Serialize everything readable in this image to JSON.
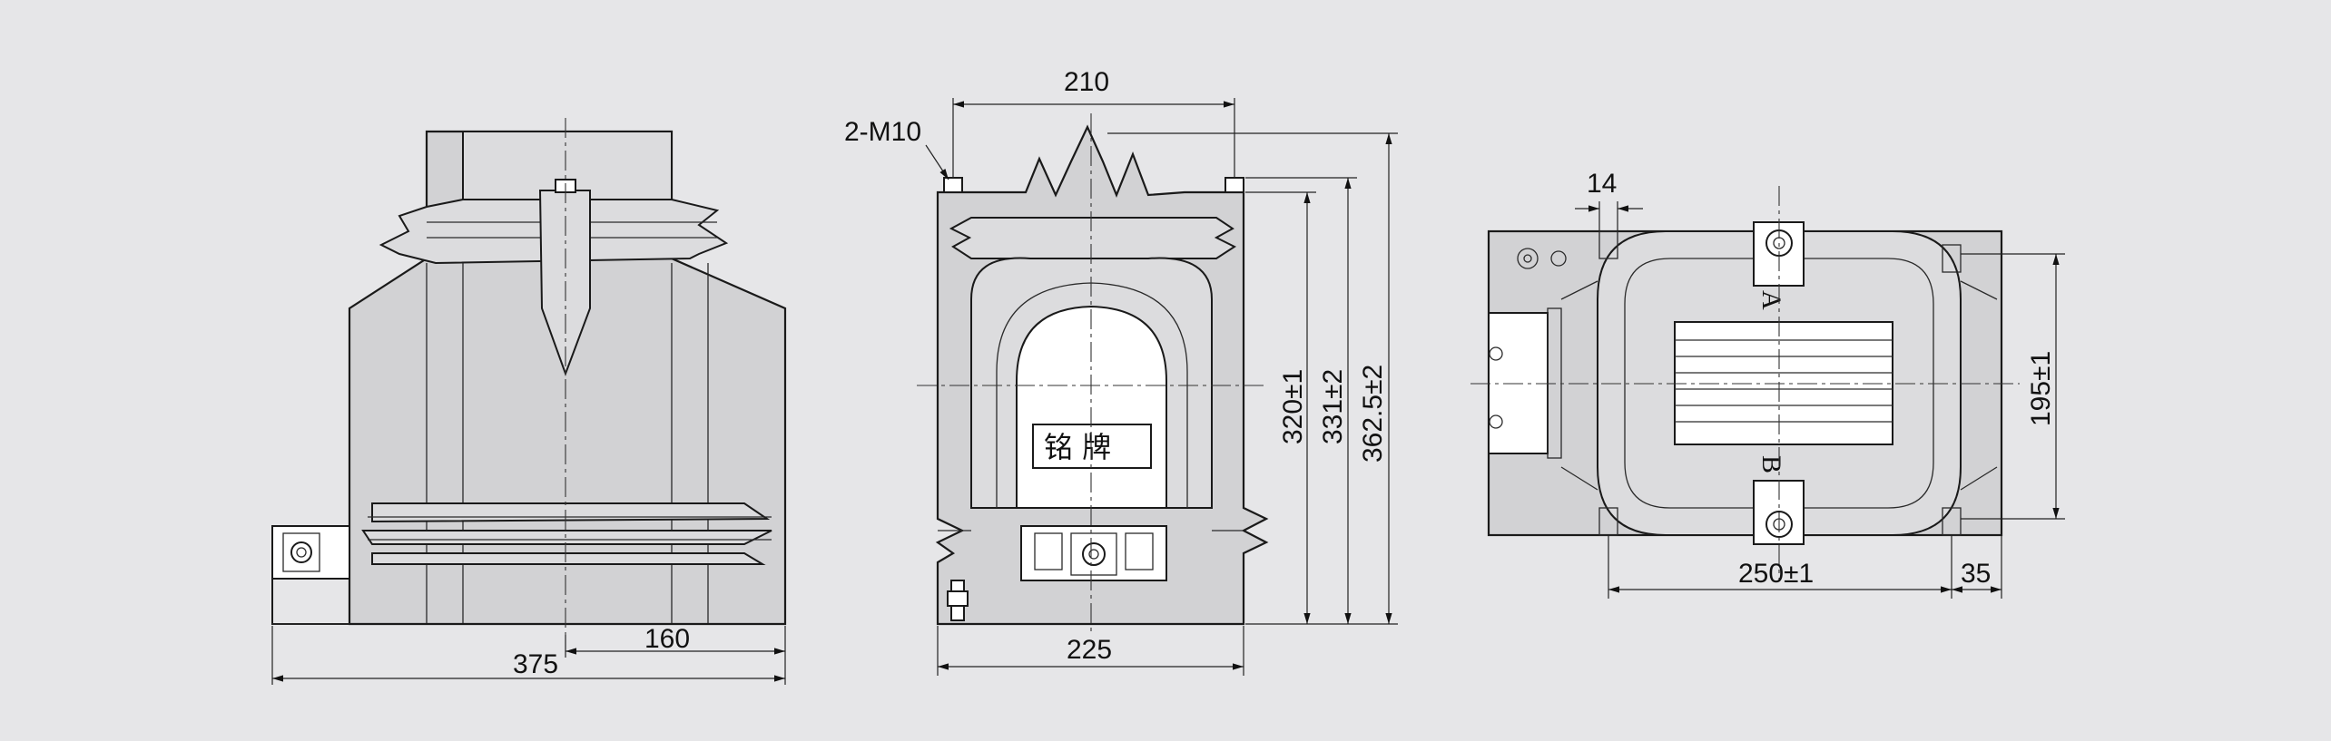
{
  "views": {
    "side": {
      "dims": {
        "overall_width": "375",
        "offset": "160"
      }
    },
    "front": {
      "dims": {
        "top_span": "210",
        "thread": "2-M10",
        "base_width": "225",
        "h1": "320±1",
        "h2": "331±2",
        "h3": "362.5±2"
      },
      "nameplate": "铭  牌"
    },
    "bottom": {
      "dims": {
        "slot": "14",
        "length": "250±1",
        "edge": "35",
        "depth": "195±1"
      },
      "terminal_a": "A",
      "terminal_b": "B"
    }
  },
  "colors": {
    "background": "#e6e6e8",
    "body": "#d2d2d4",
    "line": "#1a1a1a"
  }
}
